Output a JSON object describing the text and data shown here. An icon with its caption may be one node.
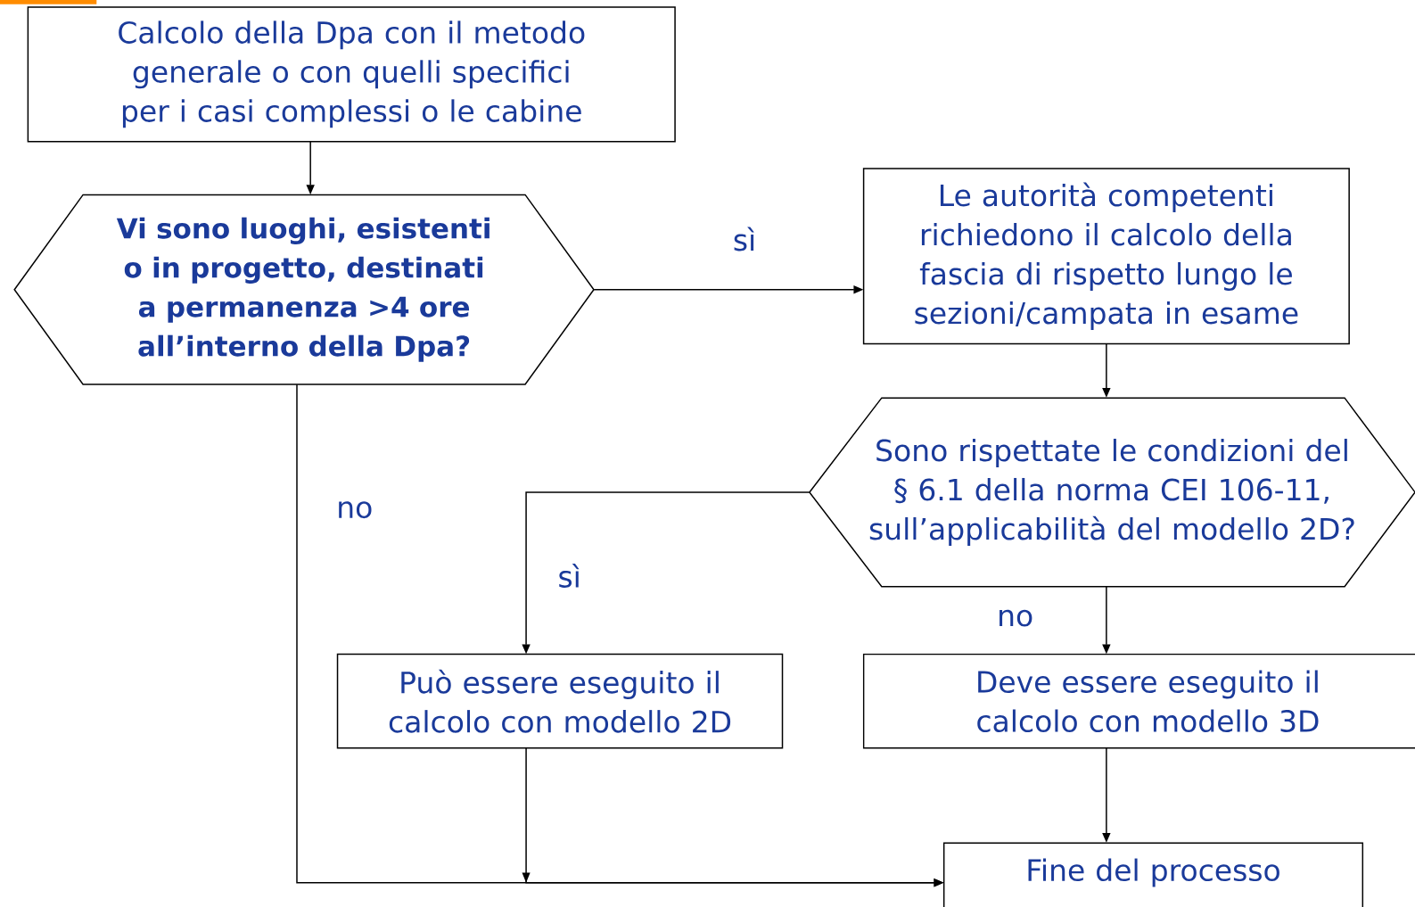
{
  "diagram": {
    "nodes": [
      {
        "text": [
          "Calcolo della Dpa  con il metodo generale o con quelli specifici per i casi complessi o le cabine"
        ]
      },
      {
        "text": [
          "Vi sono luoghi, esistenti o in progetto, destinati a permanenza >4 ore all’interno della Dpa?"
        ]
      },
      {
        "text": [
          "Le autorità competenti richiedono il calcolo della fascia di rispetto lungo le sezioni/campata in esame"
        ]
      },
      {
        "text": [
          "Sono rispettate le condizioni del § 6.1 della norma CEI 106-11, sull’applicabilità del modello 2D?"
        ]
      },
      {
        "text": [
          "Può essere eseguito il calcolo con modello 2D"
        ]
      },
      {
        "text": [
          "Deve essere eseguito il calcolo con modello 3D"
        ]
      },
      {
        "text": [
          "Fine del processo"
        ]
      }
    ],
    "edges": [
      {
        "from": 0,
        "to": 1,
        "arrow": "to"
      },
      {
        "from": 1,
        "to": 2,
        "arrow": "to",
        "label": "sì"
      },
      {
        "from": 2,
        "to": 3,
        "arrow": "to"
      },
      {
        "from": 3,
        "to": 4,
        "arrow": "to",
        "label": "sì"
      },
      {
        "from": 3,
        "to": 5,
        "arrow": "to",
        "label": "no"
      },
      {
        "from": 1,
        "to": 6,
        "arrow": "to",
        "label": "no"
      },
      {
        "from": 4,
        "to": 6,
        "arrow": "to"
      },
      {
        "from": 5,
        "to": 6,
        "arrow": "to"
      }
    ]
  }
}
